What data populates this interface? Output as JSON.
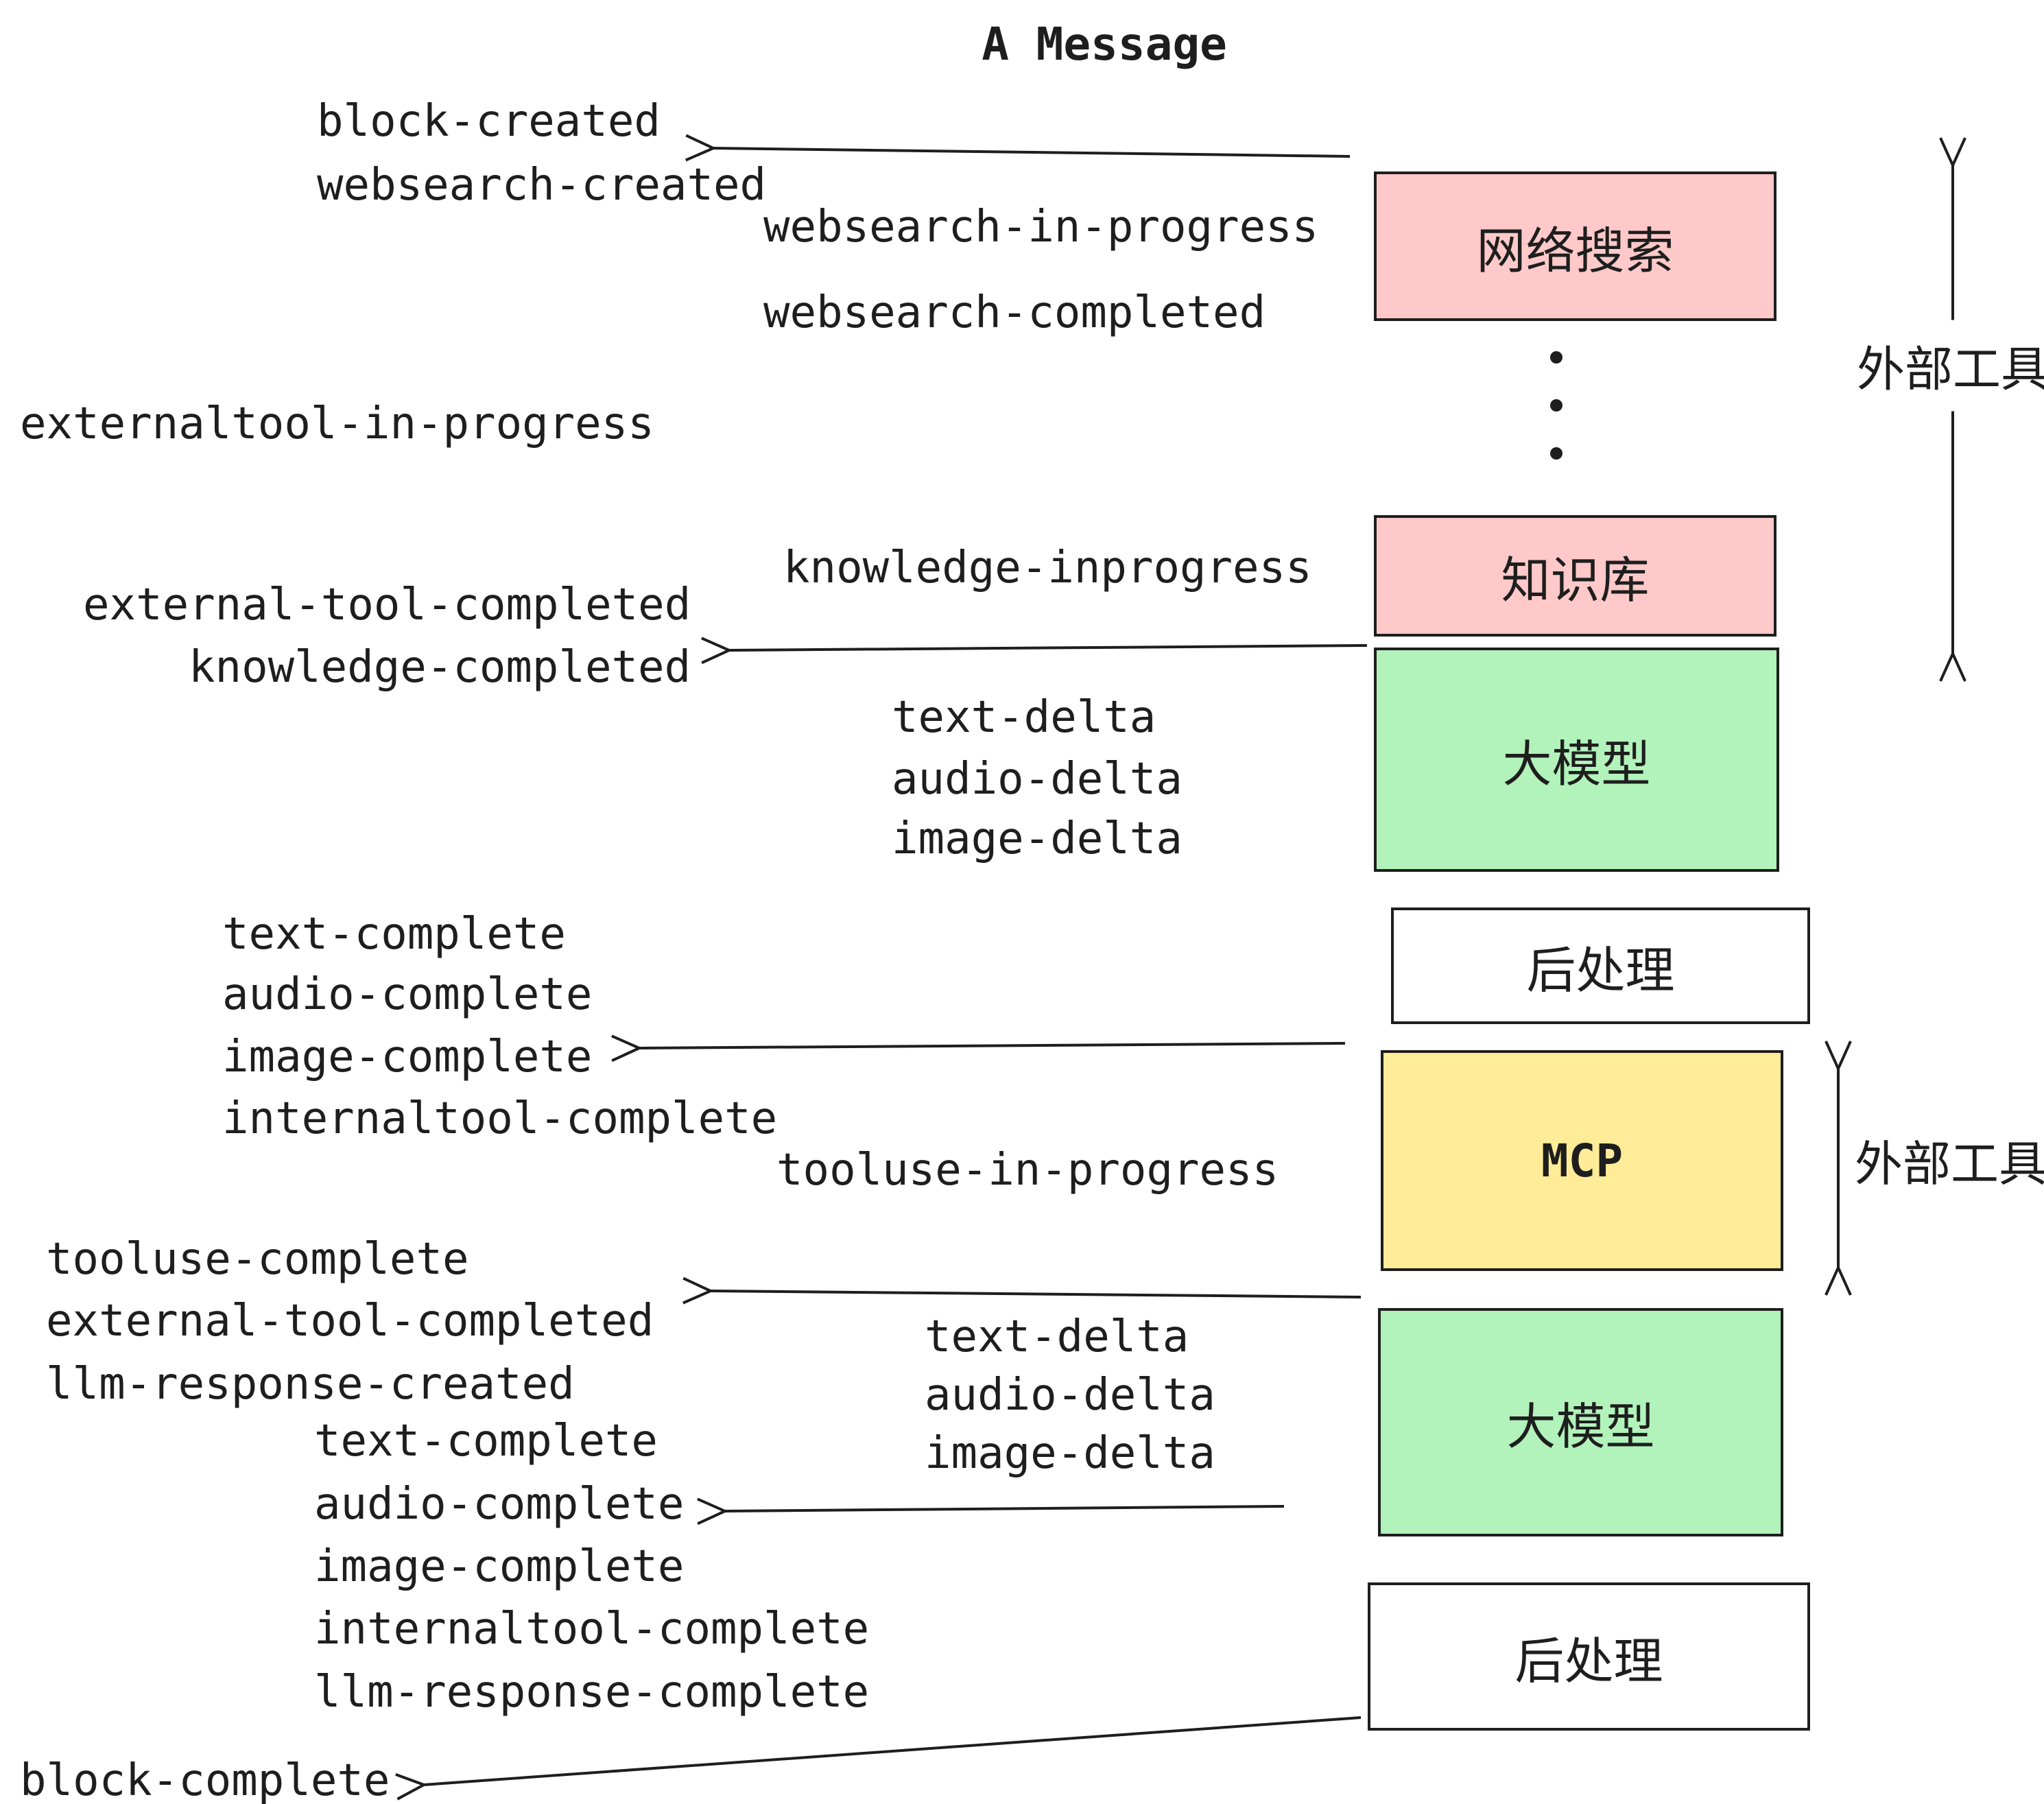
{
  "title": "A Message",
  "colors": {
    "pink": "#ffc9c9",
    "green": "#b2f2bb",
    "yellow": "#ffec99",
    "white": "#ffffff",
    "stroke": "#1e1e1e"
  },
  "boxes": {
    "websearch": "网络搜索",
    "knowledge": "知识库",
    "llm": "大模型",
    "post": "后处理",
    "mcp": "MCP"
  },
  "side_labels": {
    "external_tools": "外部工具"
  },
  "events": {
    "block_created": "block-created",
    "websearch_created": "websearch-created",
    "websearch_in_progress": "websearch-in-progress",
    "websearch_completed": "websearch-completed",
    "externaltool_in_progress": "externaltool-in-progress",
    "knowledge_inprogress": "knowledge-inprogress",
    "external_tool_completed": "external-tool-completed",
    "knowledge_completed": "knowledge-completed",
    "text_delta": "text-delta",
    "audio_delta": "audio-delta",
    "image_delta": "image-delta",
    "text_complete": "text-complete",
    "audio_complete": "audio-complete",
    "image_complete": "image-complete",
    "internaltool_complete": "internaltool-complete",
    "tooluse_in_progress": "tooluse-in-progress",
    "tooluse_complete": "tooluse-complete",
    "llm_response_created": "llm-response-created",
    "llm_response_complete": "llm-response-complete",
    "block_complete": "block-complete"
  }
}
